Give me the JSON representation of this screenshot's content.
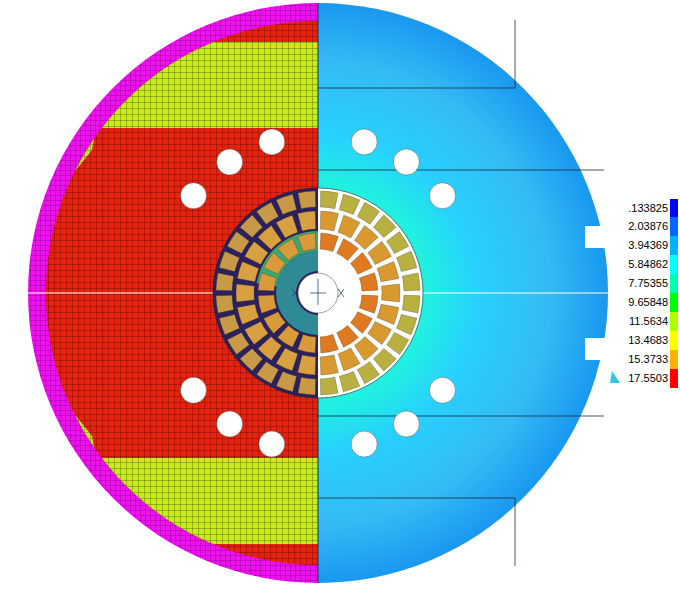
{
  "diagram": {
    "legend": [
      {
        "text": ".133825",
        "color": "#0000ff"
      },
      {
        "text": "2.03876",
        "color": "#0066ff"
      },
      {
        "text": "3.94369",
        "color": "#00b2ff"
      },
      {
        "text": "5.84862",
        "color": "#00ffff"
      },
      {
        "text": "7.75355",
        "color": "#00ffb2"
      },
      {
        "text": "9.65848",
        "color": "#00ff00"
      },
      {
        "text": "11.5634",
        "color": "#b2ff00"
      },
      {
        "text": "13.4683",
        "color": "#ffff00"
      },
      {
        "text": "15.3733",
        "color": "#ffb200"
      },
      {
        "text": "17.5503",
        "color": "#ff0000"
      }
    ]
  }
}
